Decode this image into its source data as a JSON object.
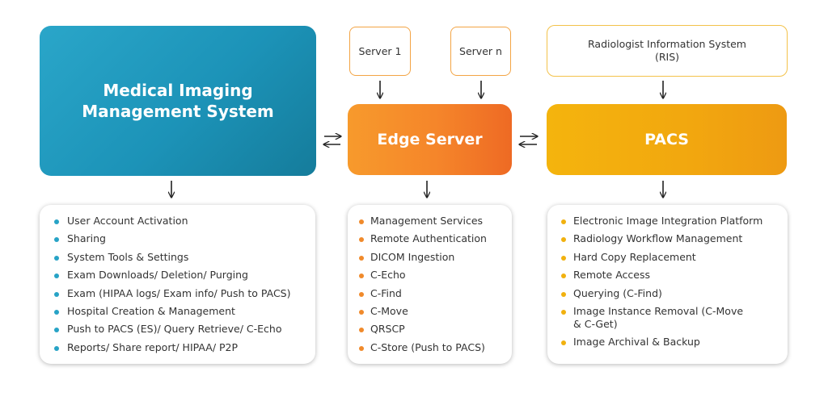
{
  "mims": {
    "title": "Medical Imaging Management System",
    "items": [
      "User Account Activation",
      "Sharing",
      "System Tools & Settings",
      "Exam Downloads/ Deletion/ Purging",
      "Exam (HIPAA logs/ Exam info/ Push to PACS)",
      "Hospital Creation & Management",
      "Push to PACS (ES)/ Query Retrieve/ C-Echo",
      "Reports/ Share report/ HIPAA/ P2P"
    ]
  },
  "edge_server": {
    "title": "Edge Server",
    "inputs": [
      "Server 1",
      "Server n"
    ],
    "items": [
      "Management Services",
      "Remote Authentication",
      "DICOM Ingestion",
      "C-Echo",
      "C-Find",
      "C-Move",
      "QRSCP",
      "C-Store (Push to PACS)"
    ]
  },
  "pacs": {
    "title": "PACS",
    "input": "Radiologist Information System (RIS)",
    "items": [
      "Electronic Image Integration Platform",
      "Radiology Workflow Management",
      "Hard Copy Replacement",
      "Remote Access",
      "Querying (C-Find)",
      "Image Instance Removal (C-Move & C-Get)",
      "Image Archival & Backup"
    ]
  },
  "colors": {
    "mims": "#1c93b8",
    "edge_server": "#f5852a",
    "pacs": "#f2a70f",
    "arrow": "#222222"
  }
}
